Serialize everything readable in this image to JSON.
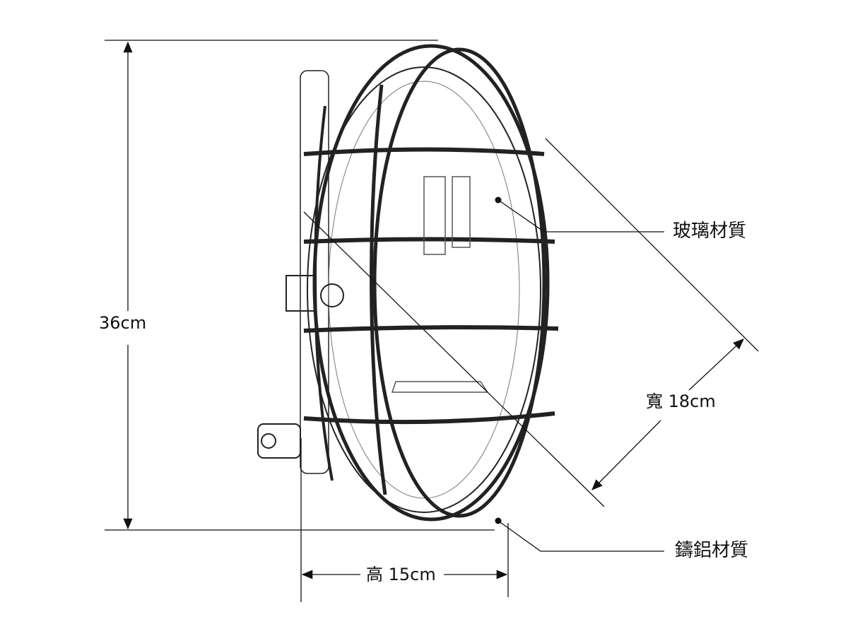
{
  "dimensions": {
    "height_total": "36cm",
    "width": "寬 18cm",
    "depth": "高 15cm"
  },
  "callouts": {
    "glass": "玻璃材質",
    "cast_aluminum": "鑄鋁材質"
  },
  "colors": {
    "line": "#111111",
    "sketch": "#222222"
  }
}
